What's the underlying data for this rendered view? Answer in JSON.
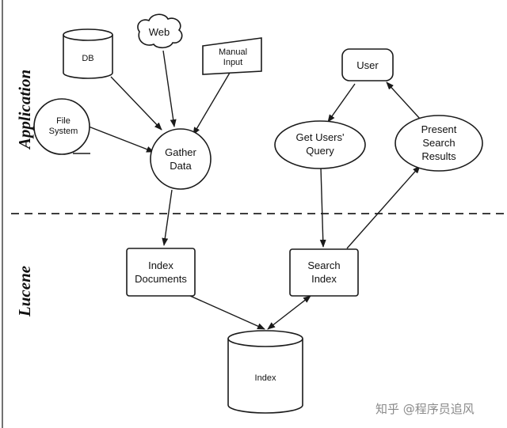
{
  "lanes": {
    "top": "Application",
    "bottom": "Lucene"
  },
  "nodes": {
    "db": "DB",
    "web": "Web",
    "manual_input": [
      "Manual",
      "Input"
    ],
    "file_system": [
      "File",
      "System"
    ],
    "gather_data": [
      "Gather",
      "Data"
    ],
    "user": "User",
    "get_query": [
      "Get Users'",
      "Query"
    ],
    "present_results": [
      "Present",
      "Search",
      "Results"
    ],
    "index_documents": [
      "Index",
      "Documents"
    ],
    "search_index": [
      "Search",
      "Index"
    ],
    "index": "Index"
  },
  "edges": [
    {
      "from": "db",
      "to": "gather_data"
    },
    {
      "from": "web",
      "to": "gather_data"
    },
    {
      "from": "manual_input",
      "to": "gather_data"
    },
    {
      "from": "file_system",
      "to": "gather_data"
    },
    {
      "from": "gather_data",
      "to": "index_documents"
    },
    {
      "from": "index_documents",
      "to": "index"
    },
    {
      "from": "search_index",
      "to": "index",
      "bidirectional": true
    },
    {
      "from": "user",
      "to": "get_query"
    },
    {
      "from": "get_query",
      "to": "search_index"
    },
    {
      "from": "search_index",
      "to": "present_results"
    },
    {
      "from": "present_results",
      "to": "user"
    }
  ],
  "watermark": "知乎 @程序员追风"
}
